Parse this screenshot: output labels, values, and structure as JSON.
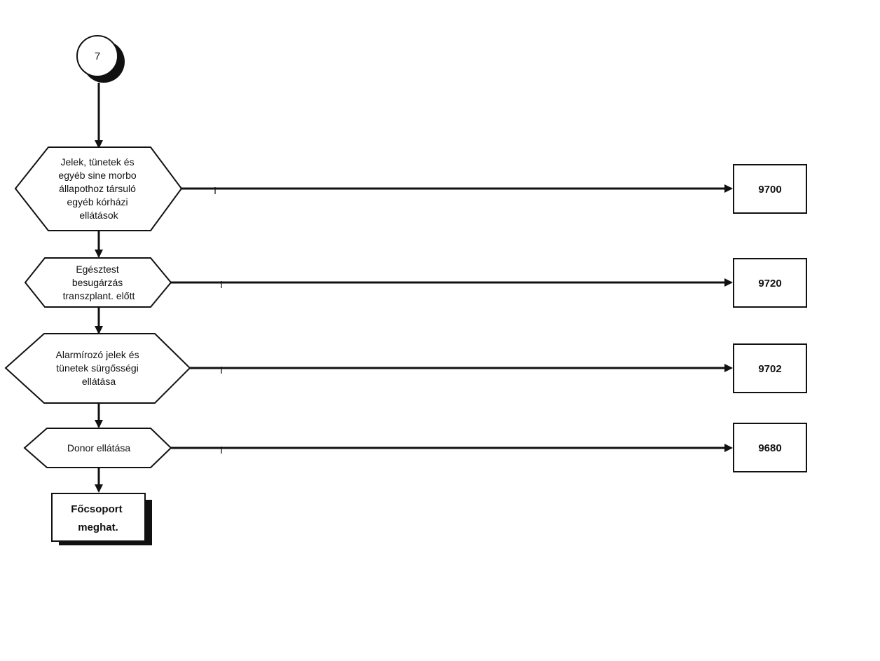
{
  "connector": {
    "label": "7"
  },
  "decisions": [
    {
      "id": "d1",
      "lines": [
        "Jelek, tünetek és",
        "egyéb sine morbo",
        "állapothoz társuló",
        "egyéb kórházi",
        "ellátások"
      ],
      "branch_label": "i",
      "target": "9700"
    },
    {
      "id": "d2",
      "lines": [
        "Egésztest",
        "besugárzás",
        "transzplant. előtt"
      ],
      "branch_label": "i",
      "target": "9720"
    },
    {
      "id": "d3",
      "lines": [
        "Alarmírozó jelek és",
        "tünetek sürgősségi",
        "ellátása"
      ],
      "branch_label": "i",
      "target": "9702"
    },
    {
      "id": "d4",
      "lines": [
        "Donor ellátása"
      ],
      "branch_label": "i",
      "target": "9680"
    }
  ],
  "end_box": {
    "lines": [
      "Főcsoport",
      "meghat."
    ]
  }
}
